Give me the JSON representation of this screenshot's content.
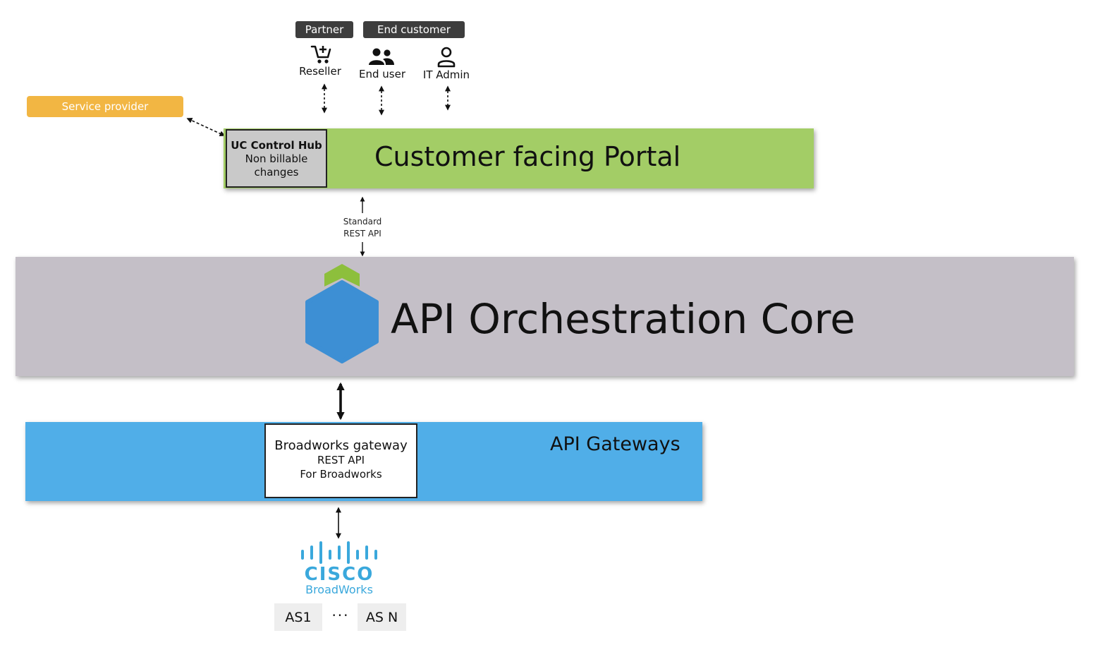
{
  "tags": {
    "partner": "Partner",
    "end_customer": "End customer"
  },
  "actors": {
    "reseller": "Reseller",
    "end_user": "End user",
    "it_admin": "IT Admin"
  },
  "service_provider": "Service provider",
  "portal": {
    "title": "Customer facing Portal",
    "hub_title": "UC Control Hub",
    "hub_line1": "Non billable",
    "hub_line2": "changes"
  },
  "api_label": {
    "line1": "Standard",
    "line2": "REST API"
  },
  "core": {
    "title": "API Orchestration Core"
  },
  "gateways": {
    "title": "API Gateways",
    "box_title": "Broadworks gateway",
    "box_line1": "REST API",
    "box_line2": "For Broadworks"
  },
  "cisco": {
    "brand": "CISCO",
    "product": "BroadWorks"
  },
  "servers": {
    "first": "AS1",
    "ellipsis": "···",
    "last": "AS N"
  },
  "colors": {
    "portal": "#a3cd66",
    "core": "#c4bfc7",
    "gateways": "#50aee8",
    "service_provider": "#f2b643",
    "cisco": "#3aa8dc",
    "hex_blue": "#3d8fd4",
    "hex_green": "#8dbf3c"
  }
}
